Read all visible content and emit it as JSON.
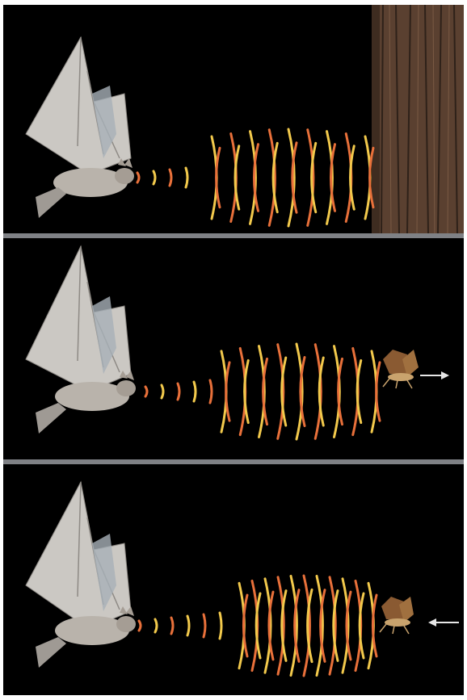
{
  "figure": {
    "panels": [
      {
        "id": "tree",
        "target": "tree",
        "arrow": "none",
        "emitted_pulses": 4,
        "echo_arcs": 9
      },
      {
        "id": "moth-away",
        "target": "moth",
        "arrow": "right",
        "emitted_pulses": 5,
        "echo_arcs": 9
      },
      {
        "id": "moth-toward",
        "target": "moth",
        "arrow": "left",
        "emitted_pulses": 6,
        "echo_arcs": 11
      }
    ],
    "colors": {
      "background": "#000000",
      "separator": "#7f8185",
      "wave_yellow": "#f2c94c",
      "wave_orange": "#e8703a",
      "wing": "#cbc8c3",
      "body": "#b9b3ab",
      "bark": "#5a4030",
      "moth": "#8a5a32",
      "arrow": "#e6e6e6"
    },
    "icons": [
      "bat-icon",
      "tree-icon",
      "moth-icon",
      "arrow-right-icon",
      "arrow-left-icon"
    ]
  }
}
